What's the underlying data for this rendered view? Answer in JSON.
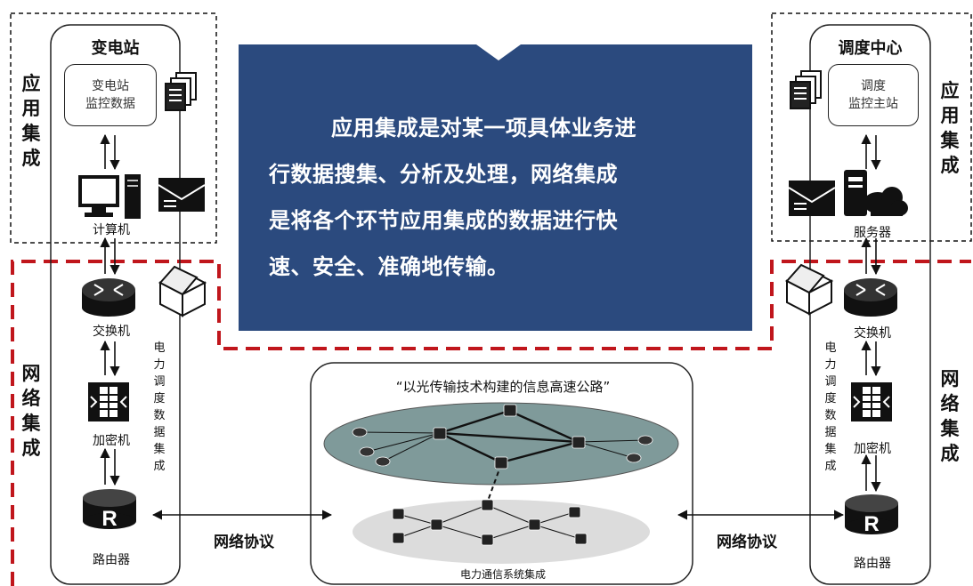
{
  "banner": {
    "line1": "应用集成是对某一项具体业务进",
    "line2": "行数据搜集、分析及处理，网络集成",
    "line3": "是将各个环节应用集成的数据进行快",
    "line4": "速、安全、准确地传输。"
  },
  "left": {
    "title": "变电站",
    "data_box": "变电站\n监控数据",
    "computer_label": "计算机",
    "switch_label": "交换机",
    "encryptor_label": "加密机",
    "router_label": "路由器",
    "app_integration": [
      "应",
      "用",
      "集",
      "成"
    ],
    "net_integration": [
      "网",
      "络",
      "集",
      "成"
    ],
    "dispatch_integration": [
      "电",
      "力",
      "调",
      "度",
      "数",
      "据",
      "集",
      "成"
    ]
  },
  "right": {
    "title": "调度中心",
    "data_box": "调度\n监控主站",
    "server_label": "服务器",
    "switch_label": "交换机",
    "encryptor_label": "加密机",
    "router_label": "路由器",
    "app_integration": [
      "应",
      "用",
      "集",
      "成"
    ],
    "net_integration": [
      "网",
      "络",
      "集",
      "成"
    ],
    "dispatch_integration": [
      "电",
      "力",
      "调",
      "度",
      "数",
      "据",
      "集",
      "成"
    ]
  },
  "center": {
    "title": "“以光传输技术构建的信息高速公路”",
    "caption": "电力通信系统集成"
  },
  "protocol_left": "网络协议",
  "protocol_right": "网络协议",
  "colors": {
    "banner": "#2b4a7e",
    "red_dash": "#c0161c",
    "ellipse_top": "#7f9a9a",
    "ellipse_bottom": "#d9d9d9"
  }
}
